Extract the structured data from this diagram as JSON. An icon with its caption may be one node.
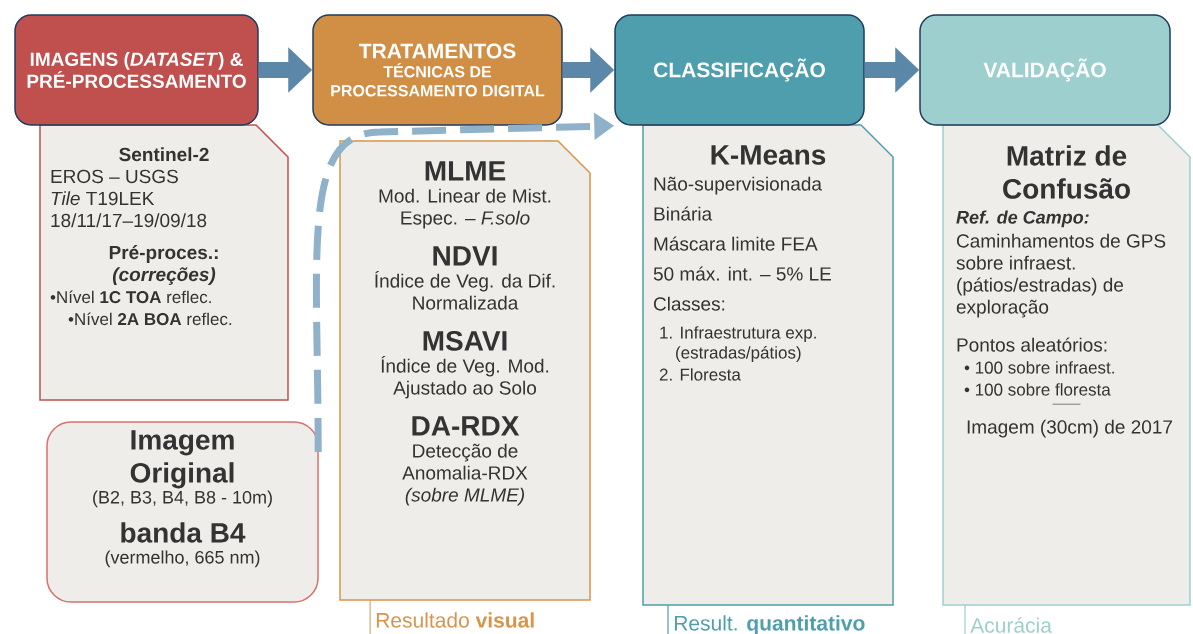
{
  "diagram": {
    "nodes": [
      {
        "text": [
          "IMAGENS (*DATASET*) & PRÉ-PROCESSAMENTO"
        ]
      },
      {
        "text": [
          "TRATAMENTOS",
          "TÉCNICAS DE PROCESSAMENTO DIGITAL"
        ]
      },
      {
        "text": [
          "CLASSIFICAÇÃO"
        ]
      },
      {
        "text": [
          "VALIDAÇÃO"
        ]
      },
      {
        "text": [
          "Sentinel-2",
          "EROS – USGS",
          "*Tile* T19LEK",
          "18/11/17–19/09/18",
          "Pré-proces.:",
          "(correções)",
          "•Nível **1C TOA** reflec.",
          "•Nível **2A BOA** reflec."
        ]
      },
      {
        "text": [
          "MLME",
          "Mod. Linear de Mist. Espec. – *F.solo*",
          "NDVI",
          "Índice de Veg. da Dif. Normalizada",
          "MSAVI",
          "Índice de Veg. Mod. Ajustado ao Solo",
          "DA-RDX",
          "Detecção de Anomalia-RDX",
          "(sobre MLME)"
        ],
        "beside": [
          "Resultado **visual**"
        ]
      },
      {
        "text": [
          "K-Means",
          "Não-supervisionada",
          "Binária",
          "Máscara limite FEA",
          "50 máx. int. – 5% LE",
          "Classes:",
          "1. Infraestrutura exp. (estradas/pátios)",
          "2. Floresta"
        ],
        "beside": [
          "Result. **quantitativo**"
        ]
      },
      {
        "text": [
          "Matriz de Confusão",
          "*Ref. de Campo:*",
          "Caminhamentos de GPS sobre infraest. (pátios/estradas) de exploração",
          "Pontos aleatórios:",
          "• 100 sobre infraest.",
          "• 100 sobre floresta",
          "Imagem (30cm) de 2017"
        ],
        "beside": [
          "Acurácia"
        ]
      },
      {
        "text": [
          "Imagem Original",
          "(B2, B3, B4, B8 - 10m)",
          "banda B4",
          "(vermelho, 665 nm)"
        ]
      }
    ],
    "edges": [
      {
        "from": 0,
        "to": 1,
        "arrow": "to"
      },
      {
        "from": 1,
        "to": 2,
        "arrow": "to"
      },
      {
        "from": 2,
        "to": 3,
        "arrow": "to"
      },
      {
        "from": 8,
        "to": 2,
        "arrow": "to",
        "style": "dashed",
        "color": "#8fb2ca"
      }
    ]
  }
}
